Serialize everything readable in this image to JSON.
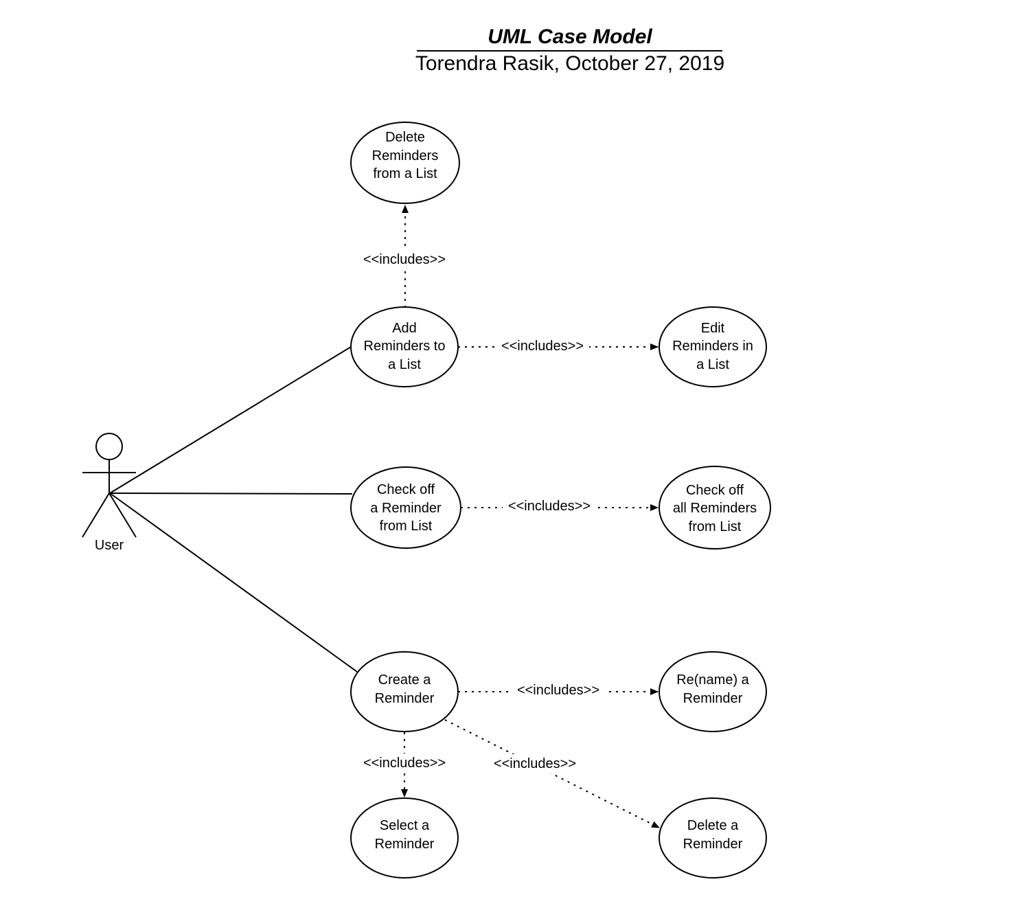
{
  "header": {
    "title": "UML Case Model",
    "subtitle": "Torendra Rasik, October 27, 2019"
  },
  "actor": {
    "label": "User"
  },
  "use_cases": {
    "delete_reminders_from_list": [
      "Delete",
      "Reminders",
      "from a List"
    ],
    "add_reminders_to_list": [
      "Add",
      "Reminders to",
      "a List"
    ],
    "edit_reminders_in_list": [
      "Edit",
      "Reminders in",
      "a List"
    ],
    "check_off_reminder": [
      "Check off",
      "a Reminder",
      "from List"
    ],
    "check_off_all_reminders": [
      "Check off",
      "all Reminders",
      "from List"
    ],
    "create_reminder": [
      "Create a",
      "Reminder"
    ],
    "rename_reminder": [
      "Re(name) a",
      "Reminder"
    ],
    "select_reminder": [
      "Select a",
      "Reminder"
    ],
    "delete_reminder": [
      "Delete a",
      "Reminder"
    ]
  },
  "relationships": {
    "add_to_delete": "<<includes>>",
    "add_to_edit": "<<includes>>",
    "check_to_check_all": "<<includes>>",
    "create_to_rename": "<<includes>>",
    "create_to_select": "<<includes>>",
    "create_to_delete": "<<includes>>"
  },
  "colors": {
    "stroke": "#000000",
    "background": "#ffffff"
  }
}
